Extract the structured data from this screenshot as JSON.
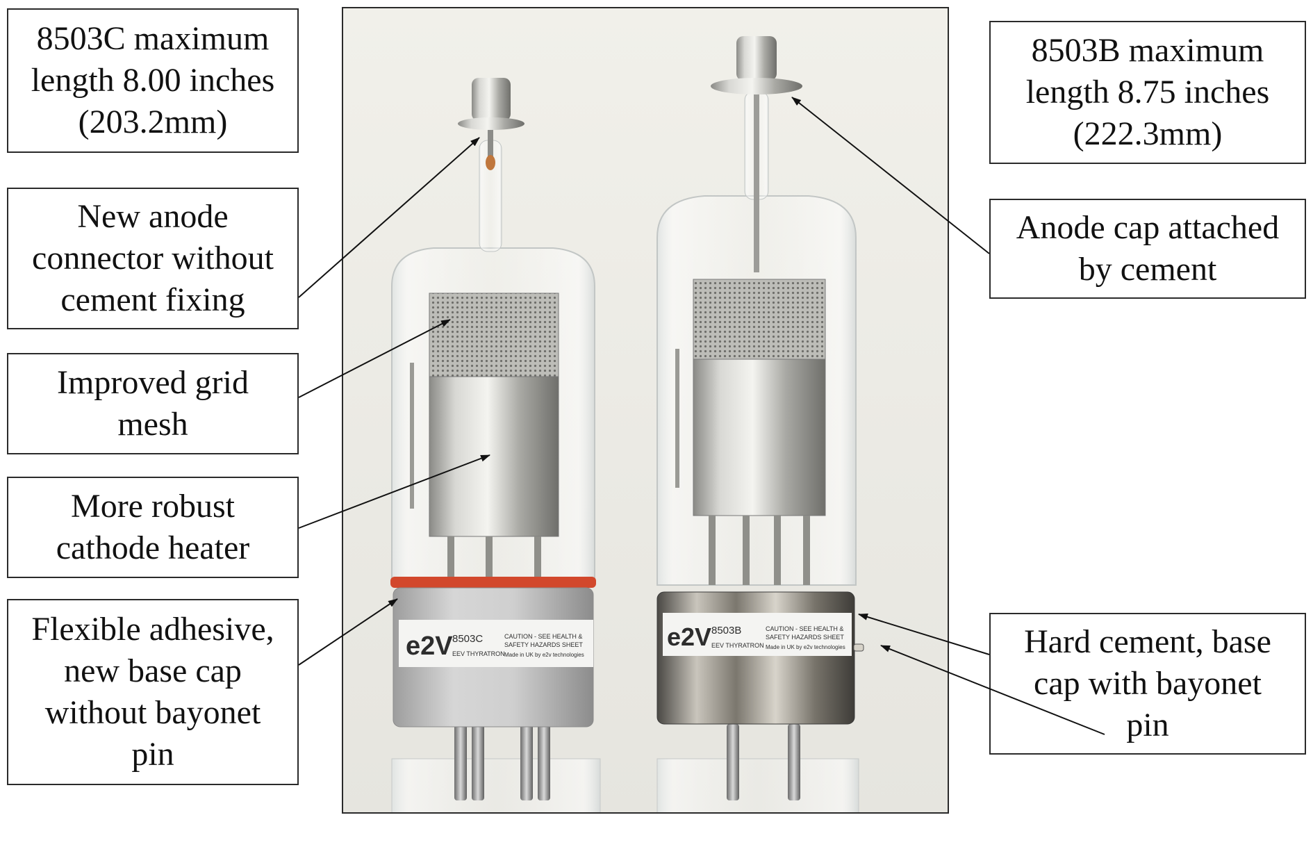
{
  "callouts": {
    "c_length": [
      "8503C maximum",
      "length 8.00 inches",
      "(203.2mm)"
    ],
    "b_length": [
      "8503B maximum",
      "length 8.75 inches",
      "(222.3mm)"
    ],
    "anode_connector": [
      "New anode",
      "connector without",
      "cement fixing"
    ],
    "anode_cap": [
      "Anode cap attached",
      "by cement"
    ],
    "grid_mesh": [
      "Improved grid",
      "mesh"
    ],
    "cathode_heater": [
      "More robust",
      "cathode heater"
    ],
    "flexible_adhesive": [
      "Flexible adhesive,",
      "new base cap",
      "without bayonet",
      "pin"
    ],
    "hard_cement": [
      "Hard cement, base",
      "cap with bayonet",
      "pin"
    ]
  },
  "tube_c_label": {
    "logo": "e2V",
    "model": "8503C",
    "type": "EEV THYRATRON",
    "caution": [
      "CAUTION - SEE HEALTH &",
      "SAFETY HAZARDS SHEET"
    ],
    "made_in": "Made in UK by e2v technologies"
  },
  "tube_b_label": {
    "logo": "e2V",
    "model": "8503B",
    "type": "EEV THYRATRON",
    "caution": [
      "CAUTION - SEE HEALTH &",
      "SAFETY HAZARDS SHEET"
    ],
    "made_in": "Made in UK by e2v technologies"
  },
  "colors": {
    "background": "#ffffff",
    "border": "#2a2a2a",
    "seal_ring": "#d2482c",
    "silver_cap": "#c9c9c9",
    "chrome_cap": "#9a9a9a"
  }
}
